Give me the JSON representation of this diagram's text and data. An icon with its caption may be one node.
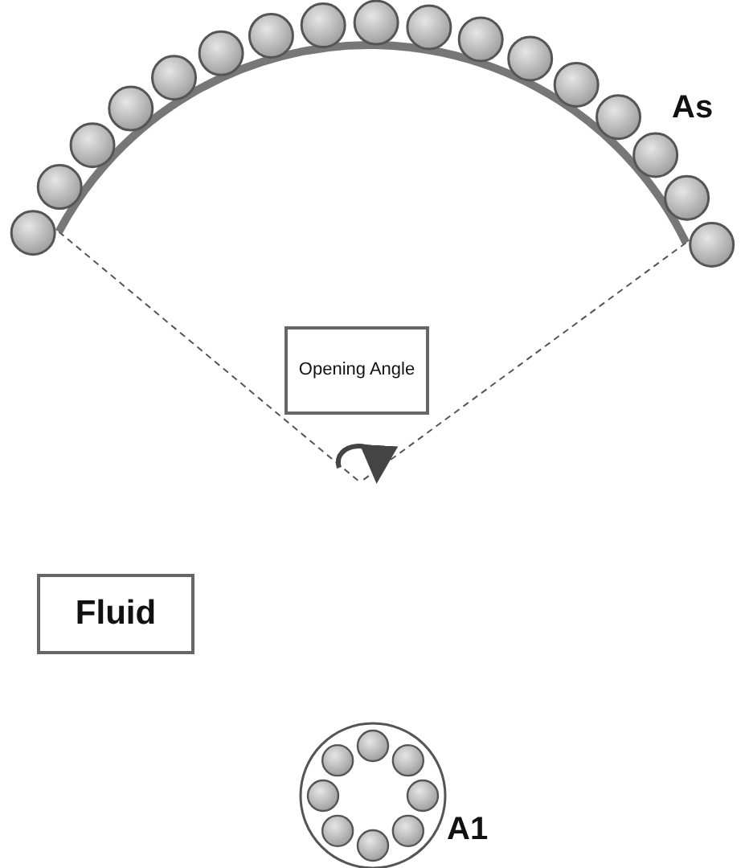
{
  "diagram": {
    "nodes": [
      {
        "text": [
          "Opening Angle"
        ]
      },
      {
        "text": [
          "Fluid"
        ]
      }
    ],
    "labels": [
      "As",
      "A1"
    ]
  }
}
